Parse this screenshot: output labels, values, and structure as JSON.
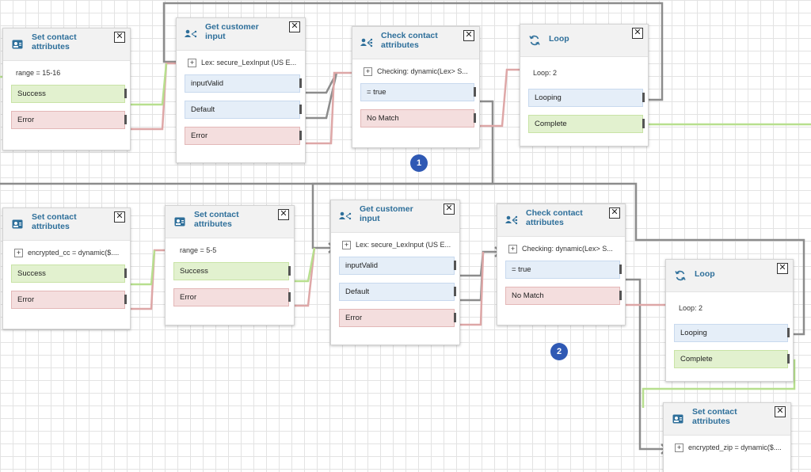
{
  "colors": {
    "wire_success": "#b7df8e",
    "wire_error": "#dea7a7",
    "wire_default": "#8c8c8c",
    "title": "#2e6f9a",
    "marker": "#2f59b4"
  },
  "blocks": [
    {
      "id": "set-attrs-1",
      "title_line1": "Set contact",
      "title_line2": "attributes",
      "icon": "contact-card-icon",
      "param": "range = 15-16",
      "has_plus": false,
      "branches": [
        {
          "label": "Success",
          "type": "success"
        },
        {
          "label": "Error",
          "type": "error"
        }
      ]
    },
    {
      "id": "get-input-1",
      "title_line1": "Get customer",
      "title_line2": "input",
      "icon": "people-branch-icon",
      "param": "Lex: secure_LexInput (US E...",
      "has_plus": true,
      "branches": [
        {
          "label": "inputValid",
          "type": "neutral"
        },
        {
          "label": "Default",
          "type": "neutral"
        },
        {
          "label": "Error",
          "type": "error"
        }
      ]
    },
    {
      "id": "check-attrs-1",
      "title_line1": "Check contact",
      "title_line2": "attributes",
      "icon": "branch-check-icon",
      "param": "Checking: dynamic(Lex> S...",
      "has_plus": true,
      "branches": [
        {
          "label": "= true",
          "type": "neutral"
        },
        {
          "label": "No Match",
          "type": "error"
        }
      ]
    },
    {
      "id": "loop-1",
      "title_line1": "Loop",
      "title_line2": "",
      "icon": "loop-icon",
      "param": "Loop: 2",
      "has_plus": false,
      "branches": [
        {
          "label": "Looping",
          "type": "neutral"
        },
        {
          "label": "Complete",
          "type": "success"
        }
      ]
    },
    {
      "id": "set-attrs-2",
      "title_line1": "Set contact",
      "title_line2": "attributes",
      "icon": "contact-card-icon",
      "param": "encrypted_cc = dynamic($....",
      "has_plus": true,
      "branches": [
        {
          "label": "Success",
          "type": "success"
        },
        {
          "label": "Error",
          "type": "error"
        }
      ]
    },
    {
      "id": "set-attrs-3",
      "title_line1": "Set contact",
      "title_line2": "attributes",
      "icon": "contact-card-icon",
      "param": "range = 5-5",
      "has_plus": false,
      "branches": [
        {
          "label": "Success",
          "type": "success"
        },
        {
          "label": "Error",
          "type": "error"
        }
      ]
    },
    {
      "id": "get-input-2",
      "title_line1": "Get customer",
      "title_line2": "input",
      "icon": "people-branch-icon",
      "param": "Lex: secure_LexInput (US E...",
      "has_plus": true,
      "branches": [
        {
          "label": "inputValid",
          "type": "neutral"
        },
        {
          "label": "Default",
          "type": "neutral"
        },
        {
          "label": "Error",
          "type": "error"
        }
      ]
    },
    {
      "id": "check-attrs-2",
      "title_line1": "Check contact",
      "title_line2": "attributes",
      "icon": "branch-check-icon",
      "param": "Checking: dynamic(Lex> S...",
      "has_plus": true,
      "branches": [
        {
          "label": "= true",
          "type": "neutral"
        },
        {
          "label": "No Match",
          "type": "error"
        }
      ]
    },
    {
      "id": "loop-2",
      "title_line1": "Loop",
      "title_line2": "",
      "icon": "loop-icon",
      "param": "Loop: 2",
      "has_plus": false,
      "branches": [
        {
          "label": "Looping",
          "type": "neutral"
        },
        {
          "label": "Complete",
          "type": "success"
        }
      ]
    },
    {
      "id": "set-attrs-4",
      "title_line1": "Set contact",
      "title_line2": "attributes",
      "icon": "contact-card-icon",
      "param": "encrypted_zip = dynamic($....",
      "has_plus": true,
      "branches": []
    }
  ],
  "markers": [
    "1",
    "2"
  ]
}
